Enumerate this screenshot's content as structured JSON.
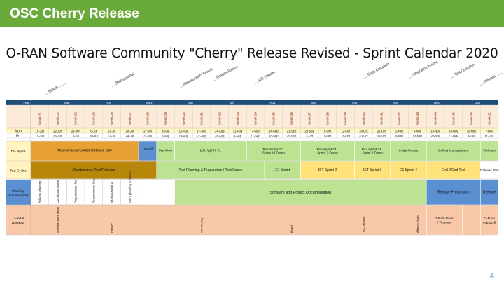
{
  "header": {
    "title": "OSC Cherry Release"
  },
  "calendar": {
    "title": "O-RAN Software Community \"Cherry\" Release Revised - Sprint Calendar 2020"
  },
  "milestones": [
    "Kickoff",
    "Retrospective",
    "Requirements Freeze",
    "Feature Freeze",
    "API Freeze",
    "Code Complete",
    "Integration Testing",
    "Test Complete",
    "Release"
  ],
  "months": [
    "Feb",
    "Mar",
    "Apr",
    "May",
    "Jun",
    "Jul",
    "Aug",
    "Sep",
    "Oct",
    "Nov",
    "Dec",
    "Jan"
  ],
  "weeks": [
    "Week 21",
    "Week 22",
    "Week 22",
    "Week 23",
    "Week 26",
    "Week 27",
    "Week 28",
    "Week 29",
    "Week 30",
    "Week 31",
    "Week 32",
    "Week 33",
    "Week 34",
    "Week 35",
    "Week 36",
    "Week 37",
    "Week 38",
    "Week 39",
    "Week 40",
    "Week 41",
    "Week 42",
    "Week 43",
    "Week 44",
    "Week 45",
    "Week 46"
  ],
  "row_labels": {
    "mon": "Mon",
    "fri": "Fri"
  },
  "mondays": [
    "15-Jun",
    "22-Jun",
    "29-Jun",
    "6-Jul",
    "13-Jul",
    "20-Jul",
    "27-Jul",
    "3-Aug",
    "10-Aug",
    "17-Aug",
    "24-Aug",
    "31-Aug",
    "7-Sep",
    "14-Sep",
    "21-Sep",
    "28-Sep",
    "5-Oct",
    "12-Oct",
    "19-Oct",
    "26-Oct",
    "2-Nov",
    "9-Nov",
    "16-Nov",
    "23-Nov",
    "30-Nov",
    "7-Dec"
  ],
  "fridays": [
    "19-Jun",
    "26-Jun",
    "3-Jul",
    "10-Jul",
    "17-Jul",
    "24-Jul",
    "31-Jul",
    "7-Aug",
    "14-Aug",
    "21-Aug",
    "28-Aug",
    "4-Sep",
    "11-Sep",
    "18-Sep",
    "25-Sep",
    "2-Oct",
    "9-Oct",
    "16-Oct",
    "23-Oct",
    "30-Oct",
    "6-Nov",
    "13-Nov",
    "20-Nov",
    "27-Nov",
    "4-Dec",
    "11-Dec"
  ],
  "rows": {
    "pm": {
      "label": "Pre-Sprint",
      "bars": [
        {
          "text": "Maintenance/Defect Release Dev"
        },
        {
          "text": "Kickoff"
        },
        {
          "text": "Pre-Work"
        },
        {
          "text": "Dev Sprint #1"
        },
        {
          "text": "Dev Sprint #2 - Sprint #3 Demo"
        },
        {
          "text": "Dev Sprint #3 - Sprint 2 Demo"
        },
        {
          "text": "Dev Sprint #4 - Sprint 3 Demo"
        },
        {
          "text": "Code Freeze"
        },
        {
          "text": "Defect Management"
        },
        {
          "text": "Release"
        }
      ]
    },
    "test": {
      "label": "Test Cycles",
      "bars": [
        {
          "text": "Maintenance Test/Release"
        },
        {
          "text": "Test Planning & Preparation / Test Cases"
        },
        {
          "text": "E1 Sprint"
        },
        {
          "text": "IST Sprint 2"
        },
        {
          "text": "IST Sprint 3"
        },
        {
          "text": "E1 Sprint 4"
        },
        {
          "text": "End 2 End Test"
        },
        {
          "text": "Release Test"
        }
      ]
    },
    "docs": {
      "label": "Planning and Leadership",
      "vtexts": [
        "Release planning",
        "Contributor Guide",
        "Project status doc",
        "Requirements docs",
        "Job list planning",
        "Sprint planning & demos"
      ],
      "bars": [
        {
          "text": "Software and Project Documentation"
        },
        {
          "text": "Release Preparation"
        },
        {
          "text": "Release"
        }
      ]
    },
    "alliance": {
      "label": "O-RAN Alliance",
      "vtexts": [
        "Meeting Sprint demo",
        "Plenary",
        "WG Plenary",
        "Board",
        "TSC Meeting",
        "Alliance Board"
      ],
      "bars": [
        {
          "text": "O-RAN Board / Release"
        },
        {
          "text": "O-RAN HandOff"
        }
      ]
    }
  },
  "page": {
    "number": "4"
  },
  "colors": {
    "banner": "#6aaa3a",
    "orange_bar": "#e7a032",
    "green_bar": "#bde392",
    "blue_bar": "#5a8fd2",
    "yellow_bar": "#ffe37a",
    "salmon_bar": "#f8c8a8",
    "page_number": "#4a8acb"
  }
}
